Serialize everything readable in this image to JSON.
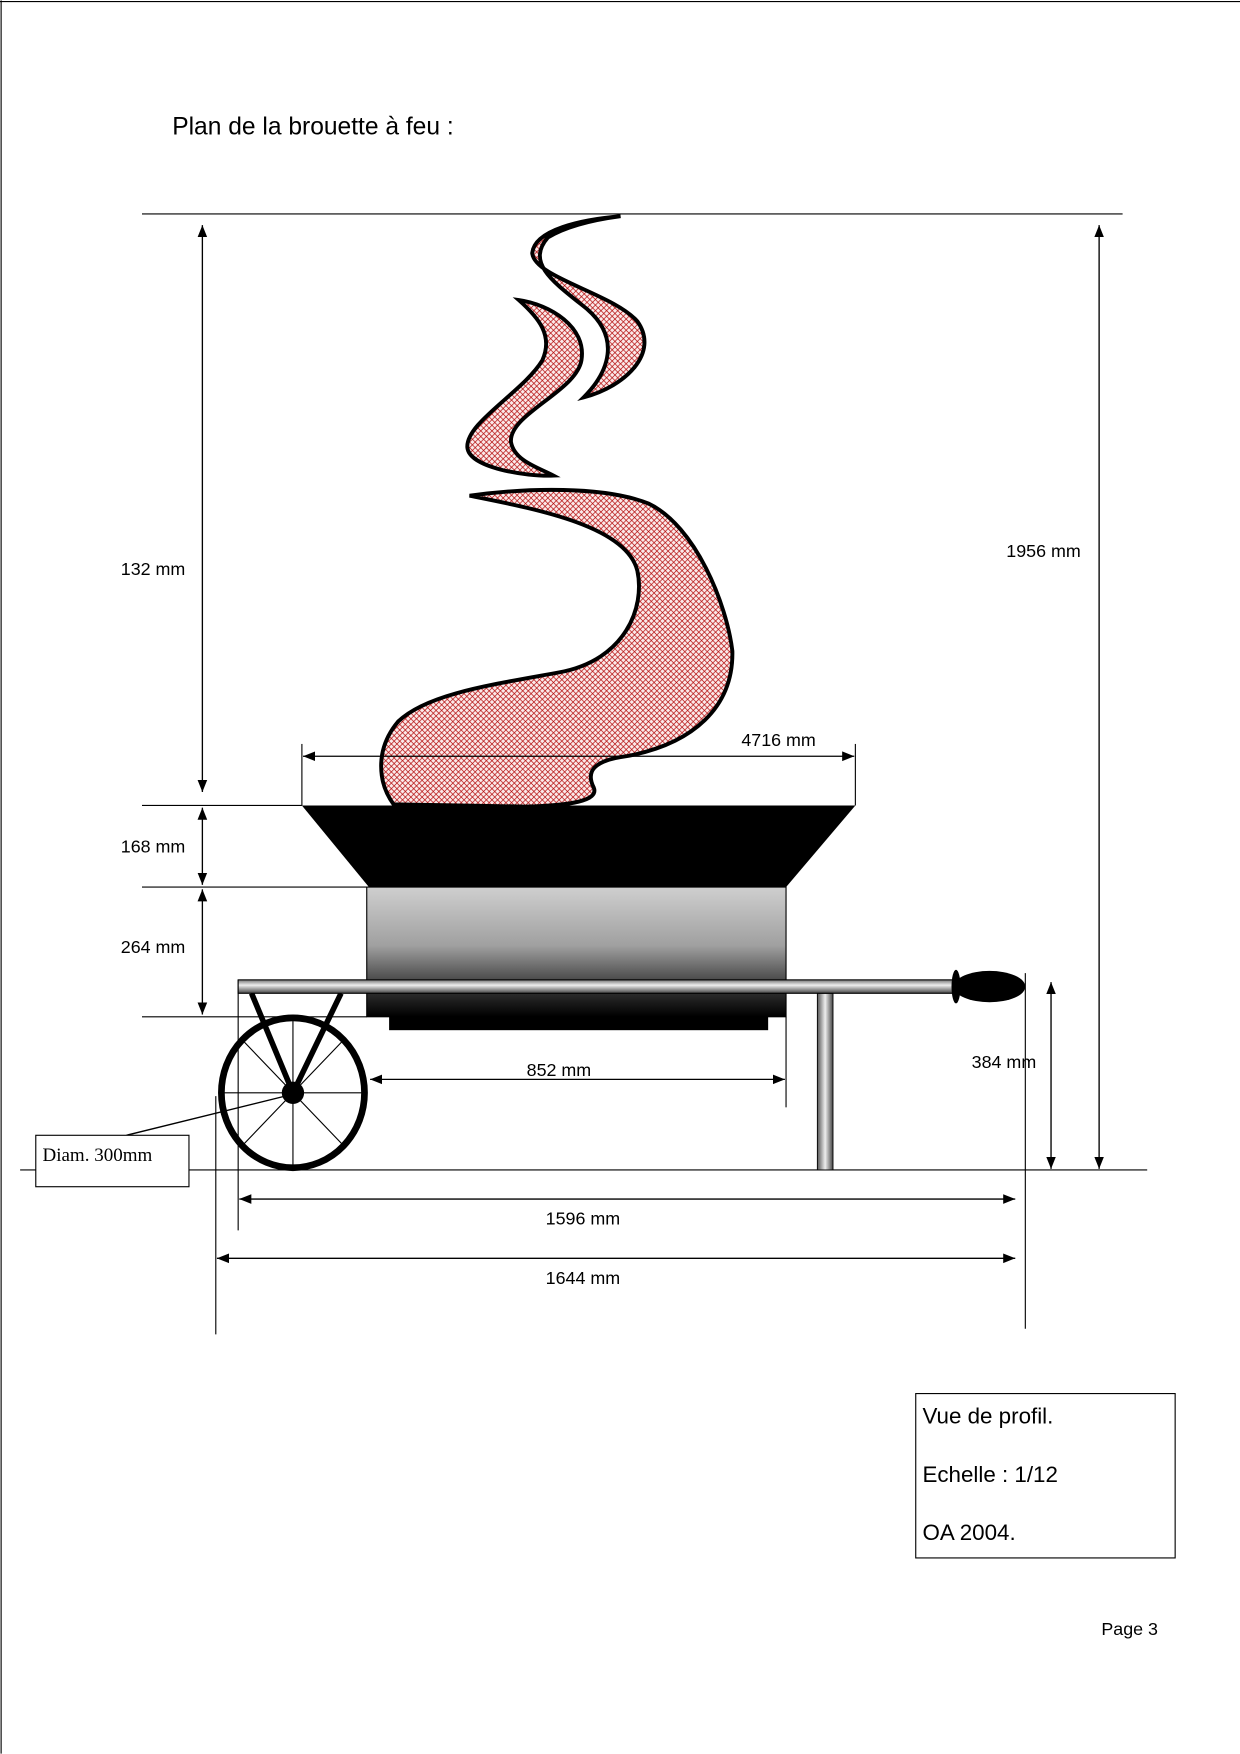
{
  "title": "Plan de la brouette à feu :",
  "dimensions": {
    "flame_height": "132 mm",
    "bowl_height": "168 mm",
    "body_height": "264 mm",
    "bowl_width": "4716 mm",
    "body_width": "852 mm",
    "handle_height": "384 mm",
    "total_height": "1956 mm",
    "frame_length": "1596 mm",
    "total_length": "1644 mm",
    "wheel_diameter": "Diam. 300mm"
  },
  "legend": {
    "view": "Vue de profil.",
    "scale": "Echelle : 1/12",
    "author": "OA 2004."
  },
  "page_number": "Page 3",
  "colors": {
    "flame_hatch": "#b00000",
    "ink": "#000000"
  }
}
